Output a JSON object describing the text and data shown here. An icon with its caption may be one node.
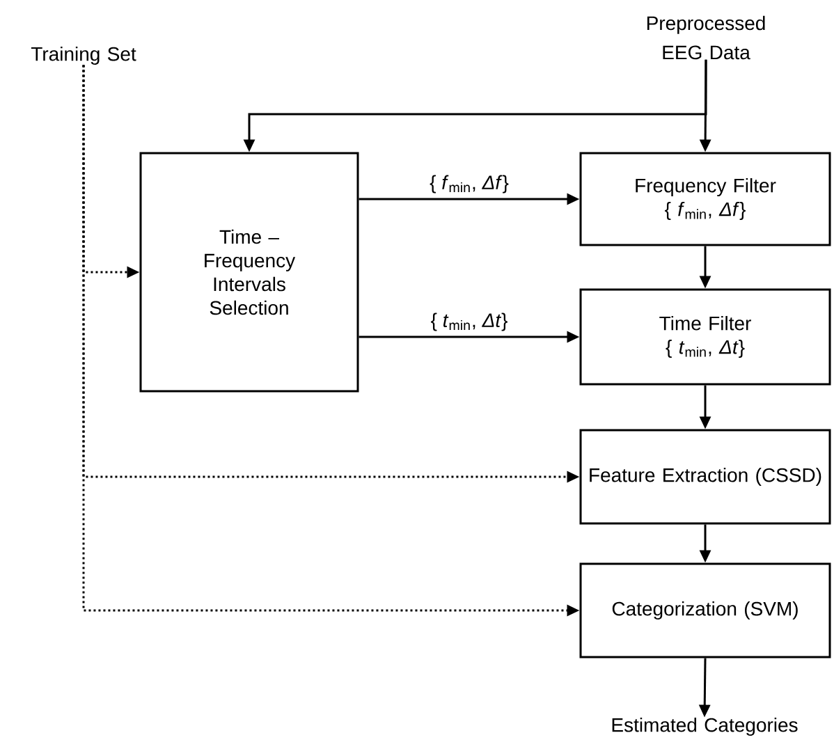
{
  "diagram": {
    "nodes": [
      {
        "text": [
          "Training Set"
        ]
      },
      {
        "text": [
          "Preprocessed EEG Data"
        ]
      },
      {
        "text": [
          "Time – Frequency Intervals Selection"
        ]
      },
      {
        "text": [
          "Frequency Filter",
          "{ *f*$_{min}$, *Δf*}"
        ]
      },
      {
        "text": [
          "Time Filter",
          "{ *t*$_{min}$, *Δt*}"
        ]
      },
      {
        "text": [
          "Feature Extraction (CSSD)"
        ]
      },
      {
        "text": [
          "Categorization (SVM)"
        ]
      },
      {
        "text": [
          "Estimated Categories"
        ]
      }
    ],
    "edges": [
      {
        "from": 1,
        "to": 2,
        "arrow": "to"
      },
      {
        "from": 1,
        "to": 3,
        "arrow": "to"
      },
      {
        "from": 2,
        "to": 3,
        "arrow": "to",
        "label": "{ *f*$_{min}$, *Δf*}"
      },
      {
        "from": 2,
        "to": 4,
        "arrow": "to",
        "label": "{ *t*$_{min}$, *Δt*}"
      },
      {
        "from": 3,
        "to": 4,
        "arrow": "to"
      },
      {
        "from": 4,
        "to": 5,
        "arrow": "to"
      },
      {
        "from": 5,
        "to": 6,
        "arrow": "to"
      },
      {
        "from": 6,
        "to": 7,
        "arrow": "to"
      },
      {
        "from": 0,
        "to": 2,
        "arrow": "to",
        "style": "dashed"
      },
      {
        "from": 0,
        "to": 5,
        "arrow": "to",
        "style": "dashed"
      },
      {
        "from": 0,
        "to": 6,
        "arrow": "to",
        "style": "dashed"
      }
    ]
  }
}
